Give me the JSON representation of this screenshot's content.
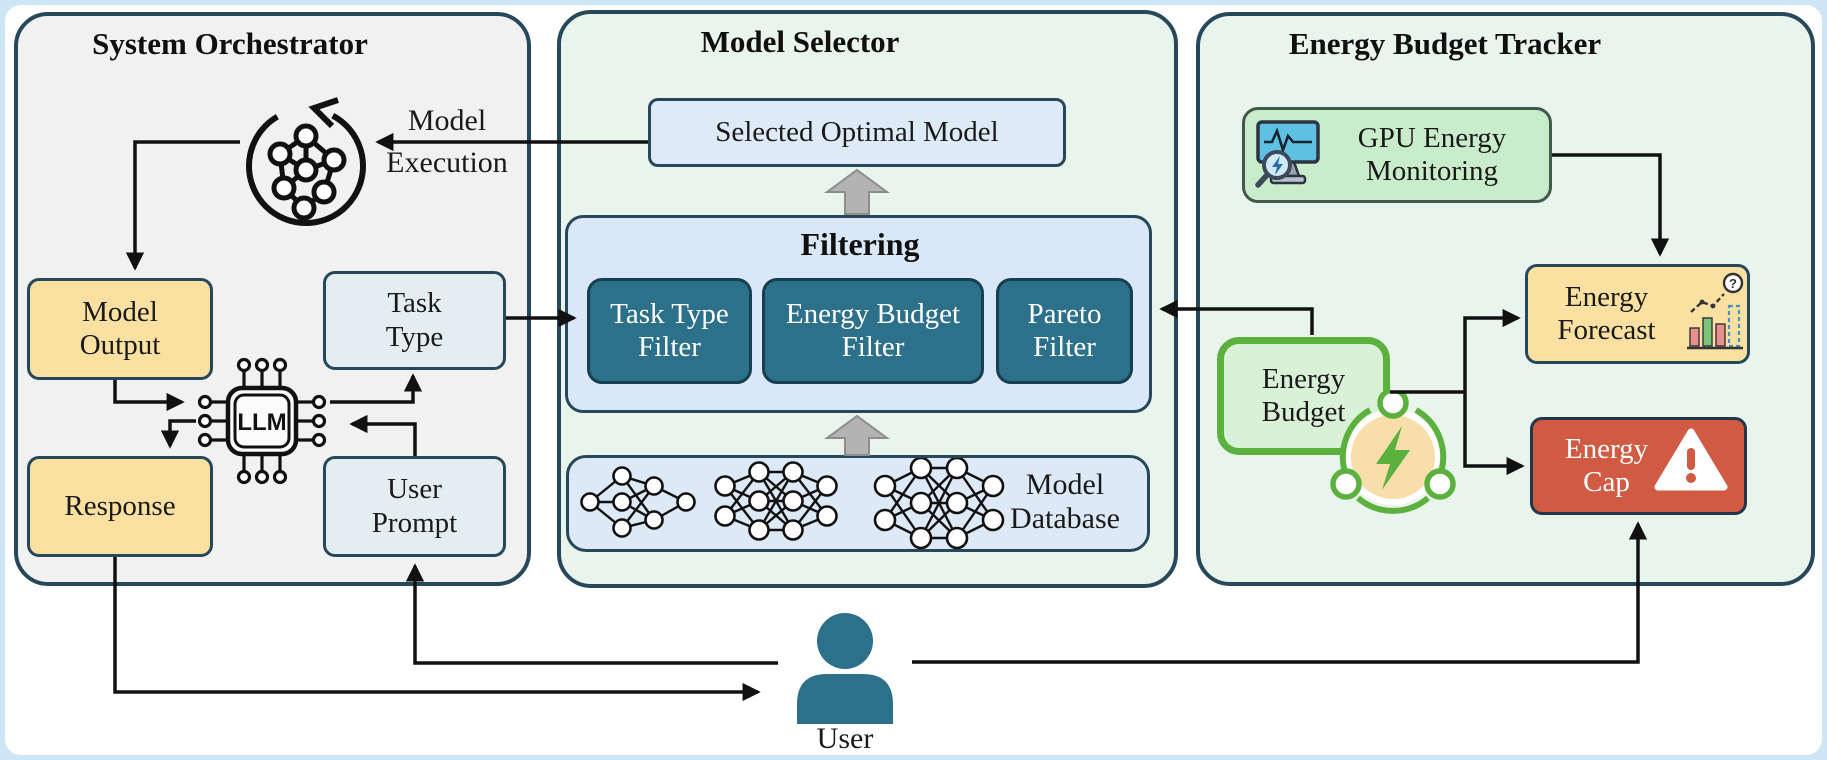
{
  "panels": {
    "orchestrator": {
      "title": "System Orchestrator"
    },
    "selector": {
      "title": "Model Selector"
    },
    "tracker": {
      "title": "Energy Budget Tracker"
    }
  },
  "orchestrator": {
    "model_output": "Model Output",
    "response": "Response",
    "task_type": "Task Type",
    "user_prompt": "User Prompt",
    "llm_label": "LLM",
    "model_execution": {
      "line1": "Model",
      "line2": "Execution"
    }
  },
  "selector": {
    "selected_model": "Selected Optimal Model",
    "filtering_title": "Filtering",
    "filters": [
      "Task Type Filter",
      "Energy Budget Filter",
      "Pareto Filter"
    ],
    "database_label": "Model Database"
  },
  "tracker": {
    "gpu_monitoring": "GPU Energy Monitoring",
    "energy_budget": "Energy Budget",
    "energy_forecast": "Energy Forecast",
    "energy_cap": "Energy Cap"
  },
  "user": {
    "label": "User"
  },
  "colors": {
    "frame_background": "#cde5f4",
    "panel_border": "#27485a",
    "orchestrator_fill": "#f1f1f2",
    "selector_fill": "#e9f5ec",
    "tracker_fill": "#e9f4ed",
    "yellow_box": "#fae1a2",
    "bluegray_box": "#e4eef1",
    "lightblue_box": "#dfeaf8",
    "filter_container": "#d9e7f6",
    "filter_box": "#2d7089",
    "gpu_box": "#c9ecca",
    "budget_fill": "#d9f1d7",
    "budget_border": "#5cb13e",
    "cap_red": "#d15a42",
    "user_teal": "#2d7089",
    "arrow_black": "#111111",
    "block_arrow_gray": "#b3b3b3"
  }
}
